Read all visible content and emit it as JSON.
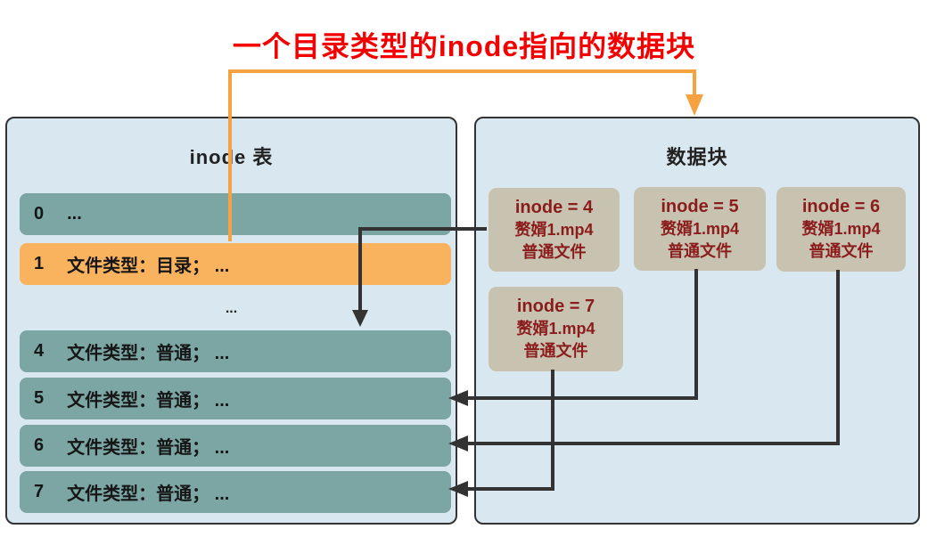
{
  "title": "一个目录类型的inode指向的数据块",
  "inode_table": {
    "header": "inode 表",
    "ellipsis": "...",
    "rows": [
      {
        "id": "0",
        "text": "...",
        "highlight": false
      },
      {
        "id": "1",
        "text": "文件类型：目录；  ...",
        "highlight": true
      },
      {
        "id": "4",
        "text": "文件类型：普通；  ...",
        "highlight": false
      },
      {
        "id": "5",
        "text": "文件类型：普通；  ...",
        "highlight": false
      },
      {
        "id": "6",
        "text": "文件类型：普通；  ...",
        "highlight": false
      },
      {
        "id": "7",
        "text": "文件类型：普通；  ...",
        "highlight": false
      }
    ]
  },
  "data_block": {
    "header": "数据块",
    "entries": [
      {
        "inode": "inode = 4",
        "filename": "赘婿1.mp4",
        "filetype": "普通文件"
      },
      {
        "inode": "inode = 5",
        "filename": "赘婿1.mp4",
        "filetype": "普通文件"
      },
      {
        "inode": "inode = 6",
        "filename": "赘婿1.mp4",
        "filetype": "普通文件"
      },
      {
        "inode": "inode = 7",
        "filename": "赘婿1.mp4",
        "filetype": "普通文件"
      }
    ]
  },
  "colors": {
    "title_red": "#f40000",
    "panel_bg": "#d9e8f0",
    "panel_border": "#333333",
    "row_teal": "#7ba6a4",
    "row_highlight_orange": "#f9b35e",
    "entry_bg": "#c8c3b1",
    "entry_text_red": "#8b1c1c",
    "arrow_orange": "#f7a240",
    "arrow_black": "#333333"
  }
}
